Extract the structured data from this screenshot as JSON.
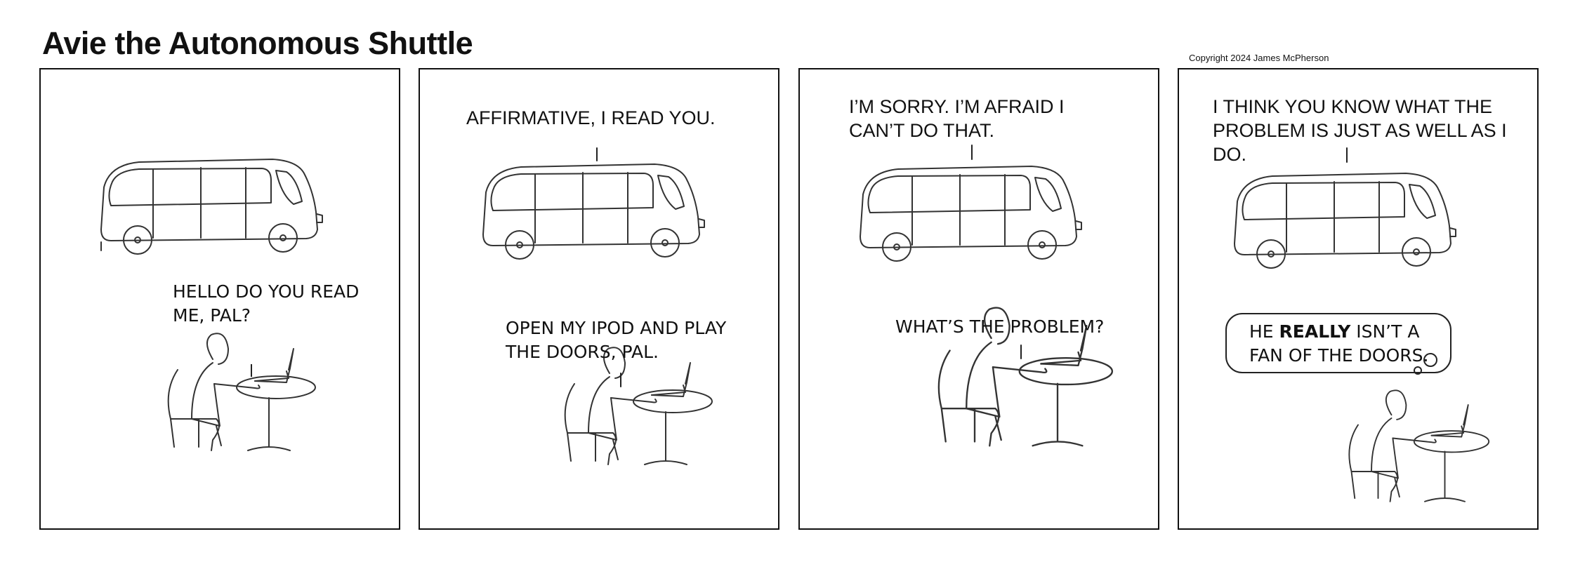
{
  "comic": {
    "title": "Avie the Autonomous Shuttle",
    "copyright": "Copyright 2024 James McPherson"
  },
  "panels": [
    {
      "shuttle_text": "",
      "person_text": "HELLO DO YOU READ\nME, PAL?"
    },
    {
      "shuttle_text": "AFFIRMATIVE, I READ YOU.",
      "person_text": "OPEN MY IPOD AND PLAY\nTHE DOORS, PAL."
    },
    {
      "shuttle_text": "I’M SORRY. I’M AFRAID I\nCAN’T DO THAT.",
      "person_text": "WHAT’S THE PROBLEM?"
    },
    {
      "shuttle_text": "I THINK YOU KNOW WHAT THE\nPROBLEM IS JUST AS WELL AS I\nDO.",
      "thought": {
        "pre": "HE ",
        "emphasis": "REALLY",
        "post": " ISN’T A\nFAN OF THE DOORS."
      }
    }
  ]
}
